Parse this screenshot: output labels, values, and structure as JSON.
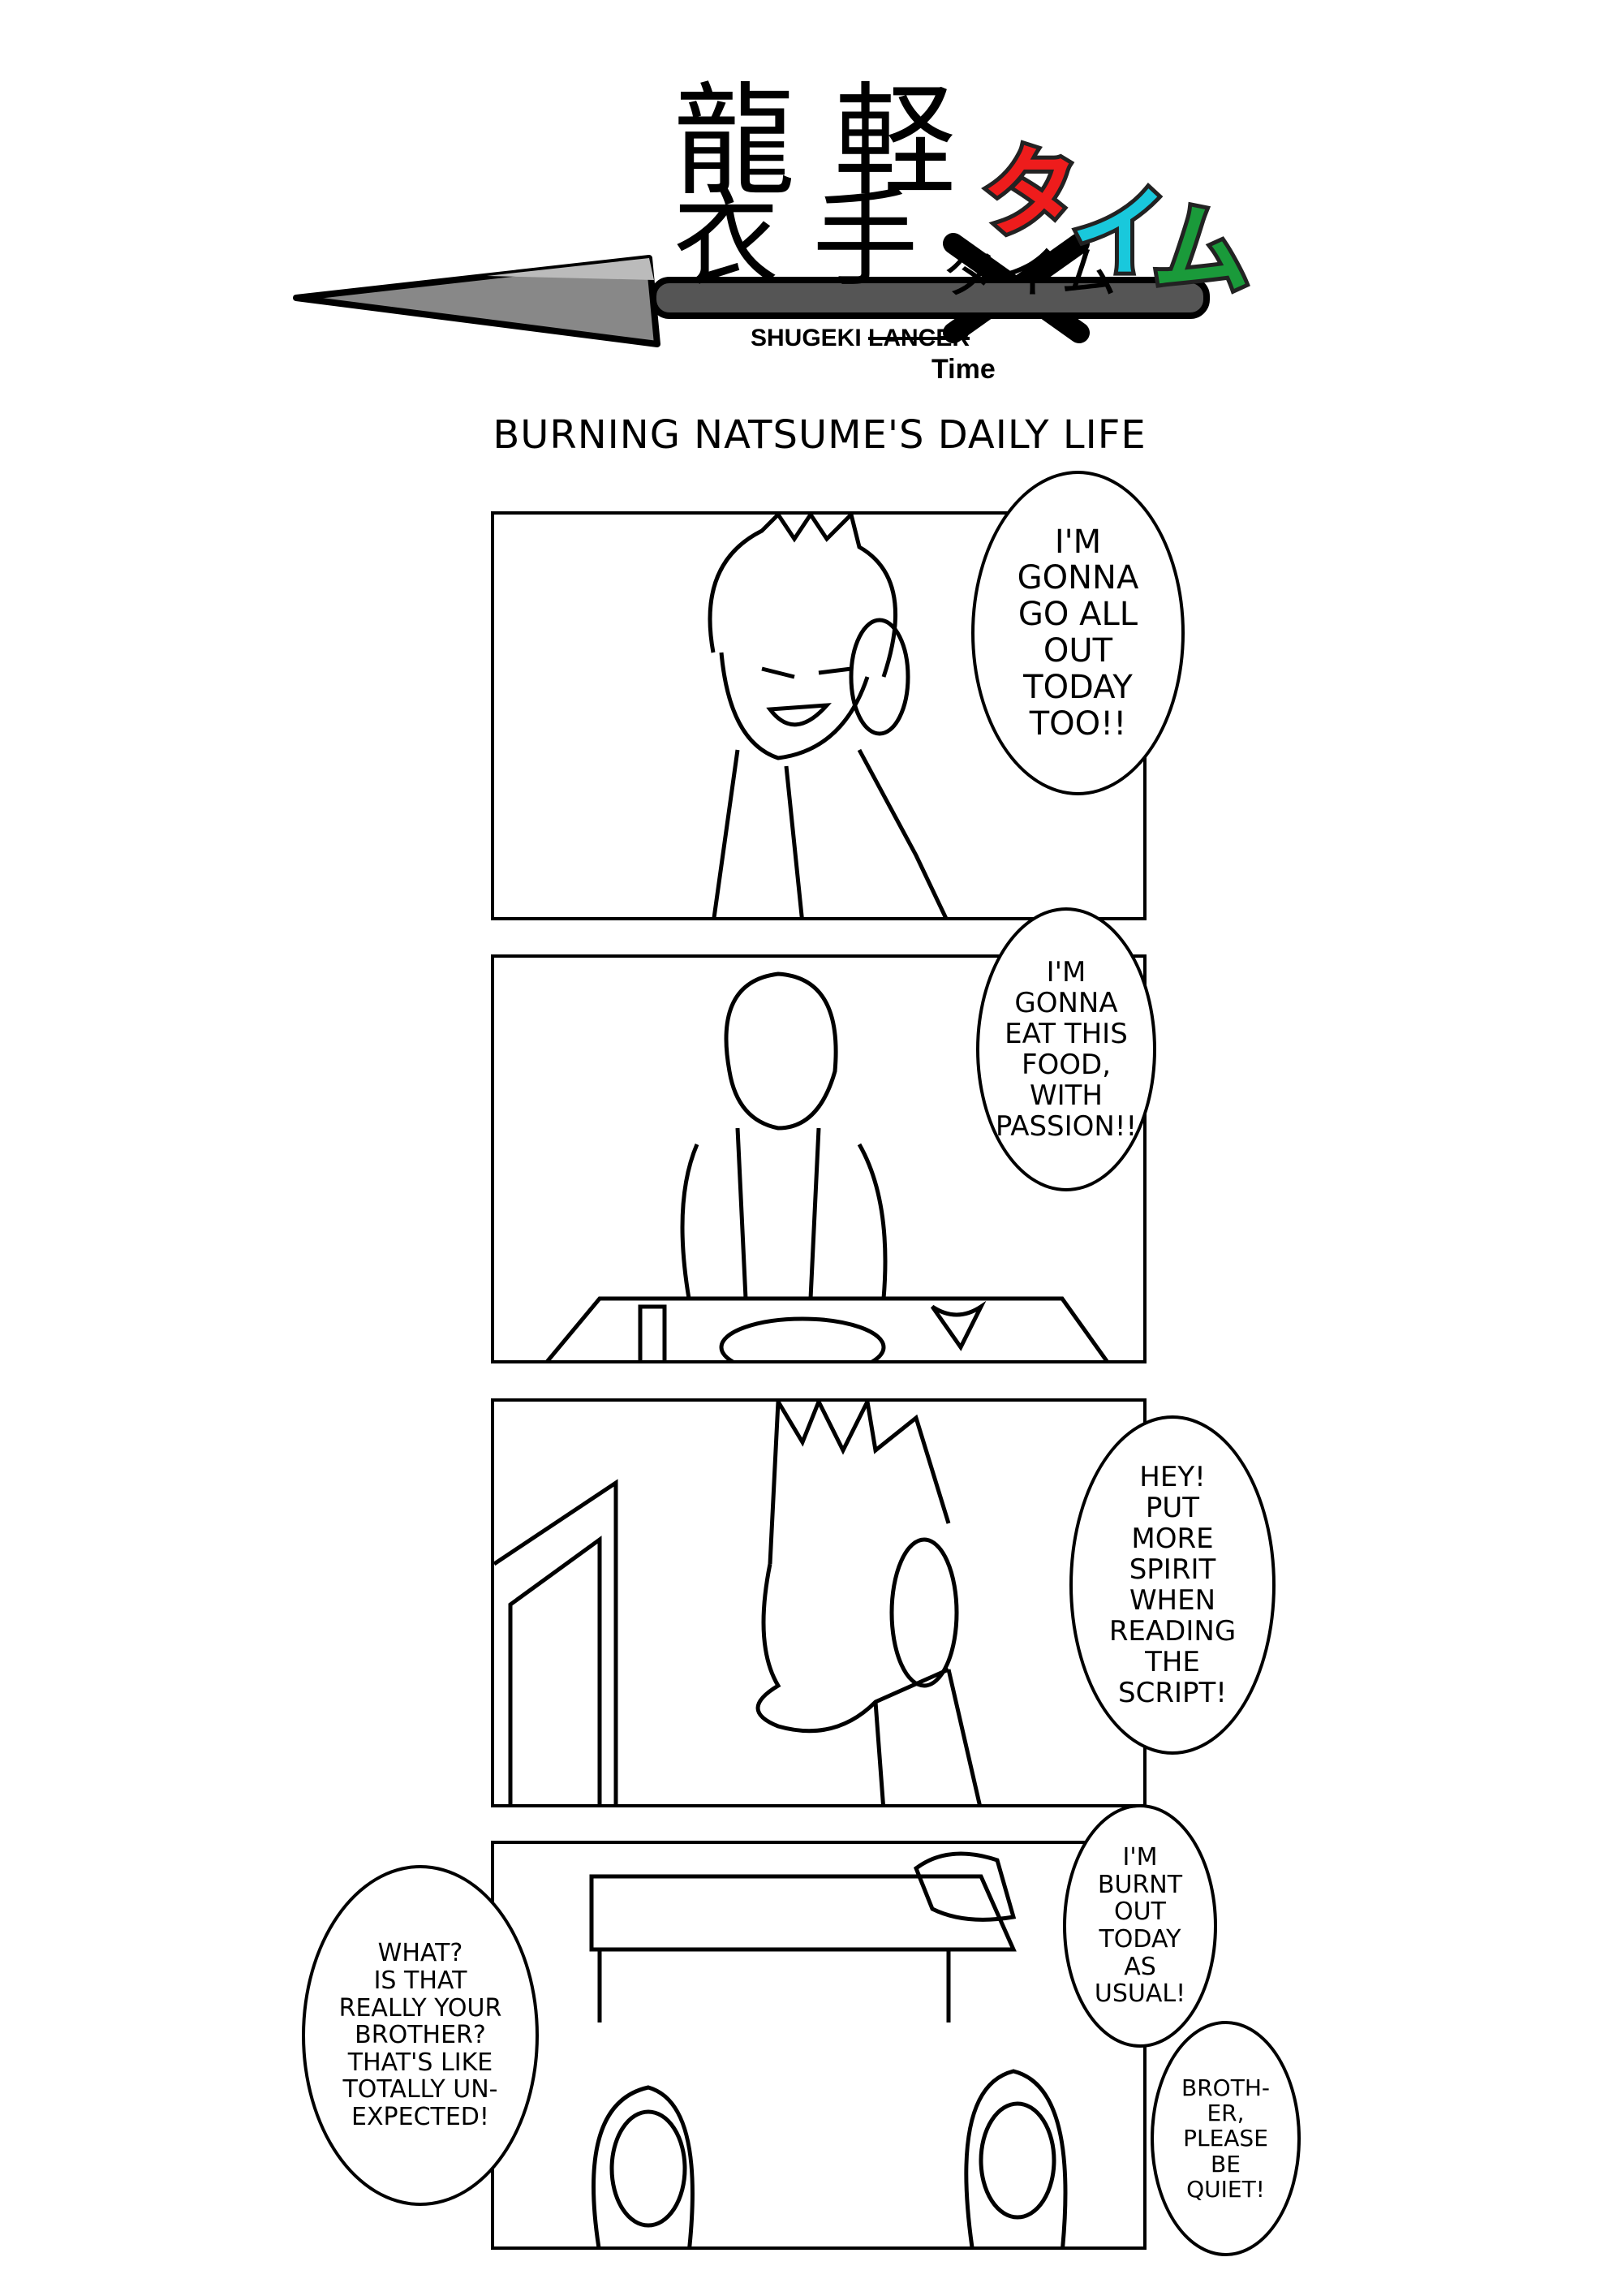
{
  "header": {
    "logo_kanji_top": "龍 軽",
    "logo_kanji_bottom": "衣 手",
    "logo_katakana": [
      "タ",
      "イ",
      "ム"
    ],
    "logo_crossed_text": "タイム",
    "logo_subtitle_main": "SHUGEKI",
    "logo_subtitle_struck": "LANCER",
    "logo_subtitle_time": "Time",
    "title": "BURNING NATSUME'S DAILY LIFE",
    "katakana_colors": [
      "#ee1c1c",
      "#19c8dc",
      "#1a9a3a"
    ]
  },
  "panels": [
    {
      "bubbles": [
        {
          "text": "I'M\nGONNA\nGO ALL\nOUT\nTODAY\nTOO!!"
        }
      ]
    },
    {
      "bubbles": [
        {
          "text": "I'M\nGONNA\nEAT THIS\nFOOD,\nWITH\nPASSION!!"
        }
      ]
    },
    {
      "bubbles": [
        {
          "text": "HEY!\nPUT\nMORE\nSPIRIT\nWHEN\nREADING\nTHE\nSCRIPT!"
        }
      ]
    },
    {
      "bubbles": [
        {
          "text": "I'M\nBURNT\nOUT\nTODAY\nAS\nUSUAL!"
        },
        {
          "text": "WHAT?\nIS THAT\nREALLY YOUR\nBROTHER?\nTHAT'S LIKE\nTOTALLY UN-\nEXPECTED!"
        },
        {
          "text": "BROTH-\nER,\nPLEASE\nBE\nQUIET!"
        }
      ]
    }
  ]
}
